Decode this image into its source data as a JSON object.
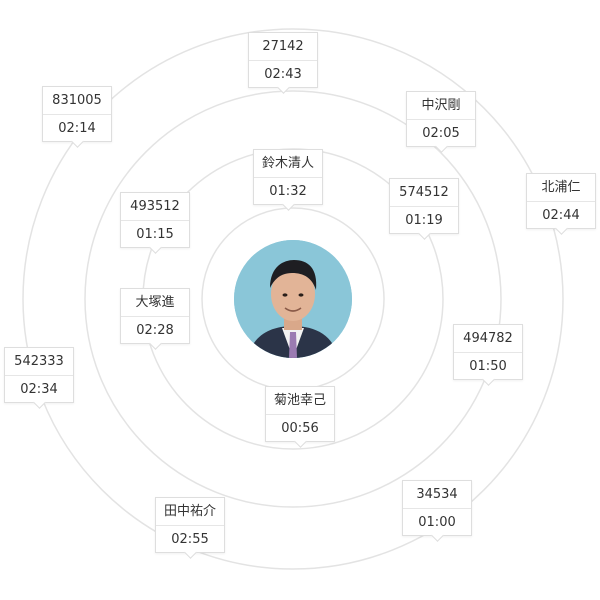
{
  "center": {
    "avatar_icon": "person-portrait-icon",
    "avatar_bg": "#8ac6d8"
  },
  "labels": [
    {
      "name": "27142",
      "time": "02:43"
    },
    {
      "name": "831005",
      "time": "02:14"
    },
    {
      "name": "中沢剛",
      "time": "02:05"
    },
    {
      "name": "北浦仁",
      "time": "02:44"
    },
    {
      "name": "鈴木清人",
      "time": "01:32"
    },
    {
      "name": "493512",
      "time": "01:15"
    },
    {
      "name": "574512",
      "time": "01:19"
    },
    {
      "name": "大塚進",
      "time": "02:28"
    },
    {
      "name": "494782",
      "time": "01:50"
    },
    {
      "name": "542333",
      "time": "02:34"
    },
    {
      "name": "菊池幸己",
      "time": "00:56"
    },
    {
      "name": "34534",
      "time": "01:00"
    },
    {
      "name": "田中祐介",
      "time": "02:55"
    }
  ],
  "colors": {
    "ring": "#e3e3e3",
    "label_border": "#dedede",
    "text": "#333333"
  }
}
